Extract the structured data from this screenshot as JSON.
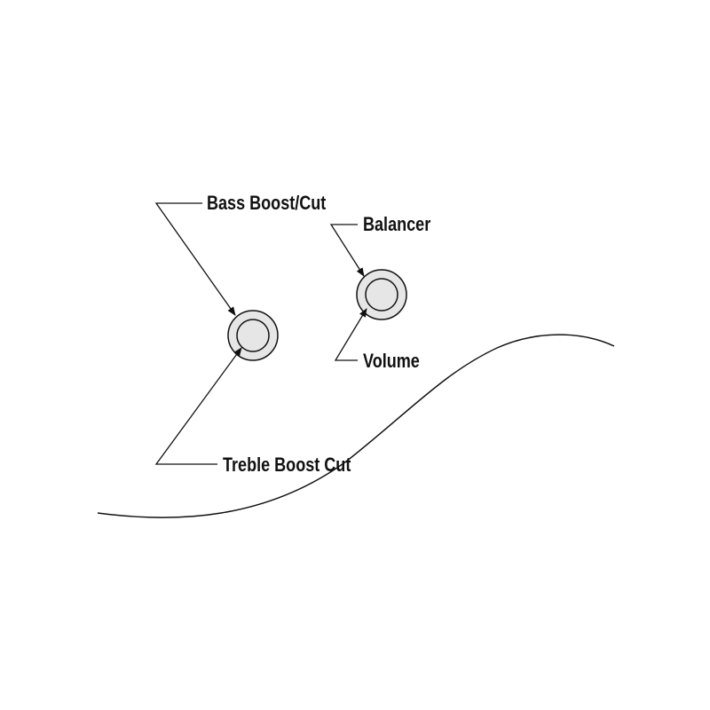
{
  "labels": {
    "bass": "Bass Boost/Cut",
    "balancer": "Balancer",
    "volume": "Volume",
    "treble": "Treble Boost Cut"
  },
  "colors": {
    "line": "#111111",
    "knob_fill": "#e6e6e6",
    "background": "#ffffff"
  }
}
